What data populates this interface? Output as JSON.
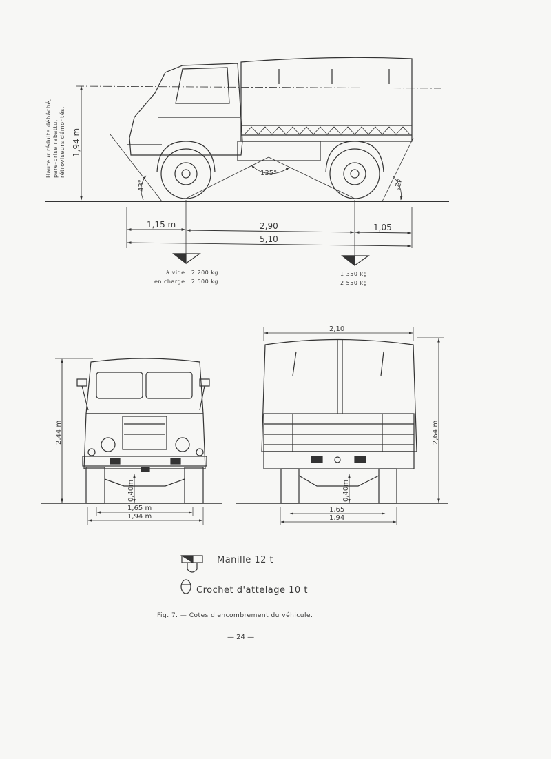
{
  "side_view": {
    "reduced_height_note": [
      "Hauteur réduite débâché,",
      "pare-brise rabattu,",
      "rétroviseurs démontés."
    ],
    "reduced_height": "1,94 m",
    "approach_angle": "43°",
    "ramp_angle": "135°",
    "departure_angle": "42°",
    "front_overhang": "1,15 m",
    "wheelbase": "2,90",
    "rear_overhang": "1,05",
    "overall_length": "5,10",
    "front_axle_load": {
      "empty": "à vide : 2 200 kg",
      "loaded": "en charge : 2 500 kg"
    },
    "rear_axle_load": {
      "empty": "1 350 kg",
      "loaded": "2 550 kg"
    }
  },
  "front_view": {
    "height": "2,44 m",
    "ground_clearance": "0,40m",
    "track": "1,65 m",
    "width": "1,94 m"
  },
  "rear_view": {
    "body_width": "2,10",
    "height": "2,64 m",
    "ground_clearance": "0,40m",
    "track": "1,65",
    "width": "1,94"
  },
  "legend": {
    "shackle": "Manille  12 t",
    "hitch": "Crochet  d'attelage 10 t"
  },
  "caption": "Fig. 7. — Cotes d'encombrement du véhicule.",
  "page_number": "— 24 —"
}
